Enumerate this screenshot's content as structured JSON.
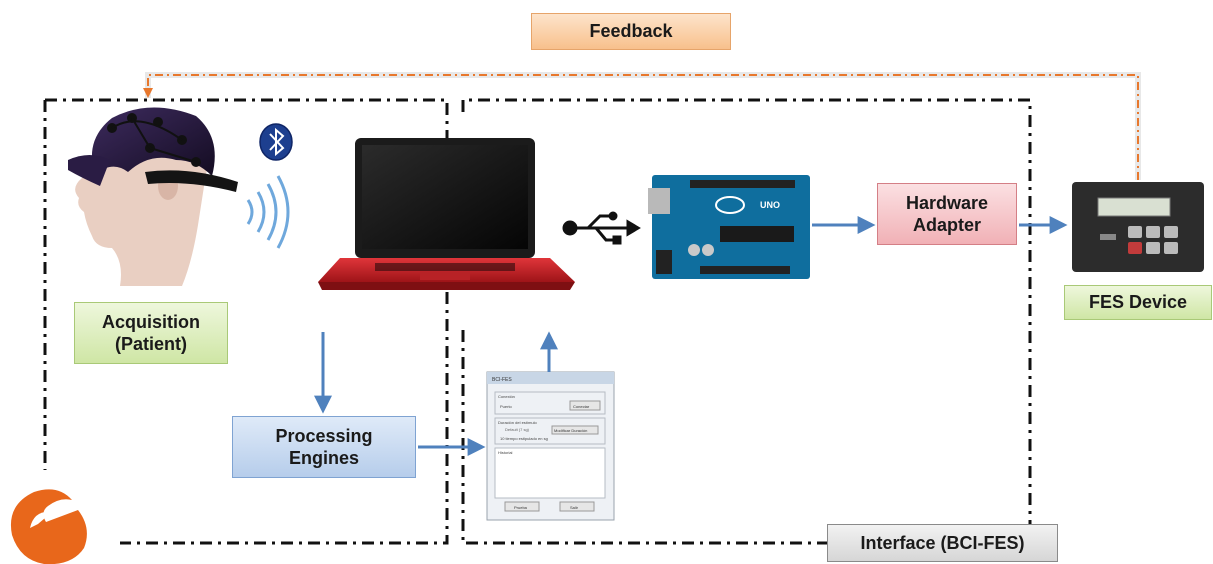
{
  "labels": {
    "feedback": "Feedback",
    "acquisition_line1": "Acquisition",
    "acquisition_line2": "(Patient)",
    "processing_line1": "Processing",
    "processing_line2": "Engines",
    "hardware_line1": "Hardware",
    "hardware_line2": "Adapter",
    "fes_device": "FES Device",
    "interface": "Interface (BCI-FES)"
  },
  "icons": [
    "eeg-headset-patient-image",
    "bluetooth-icon",
    "wireless-signal-icon",
    "laptop-image",
    "usb-icon",
    "arduino-board-image",
    "fes-device-image",
    "software-window-image",
    "logo-icon"
  ],
  "software_window": {
    "title": "BCI-FES",
    "section_connection": "Conexión",
    "port_label": "Puerto",
    "connect_button": "Conectar",
    "section_duration": "Duración del estímulo",
    "default_option": "Default (7 sg)",
    "modify_button": "Modificar Duración",
    "time_text": "10 tiempo estipulado en sg",
    "history_label": "Historial",
    "test_button": "Prueba",
    "exit_button": "Salir"
  },
  "colors": {
    "arrow_blue": "#4f81bd",
    "feedback_orange": "#e8782d",
    "dashdot_black": "#111111"
  }
}
